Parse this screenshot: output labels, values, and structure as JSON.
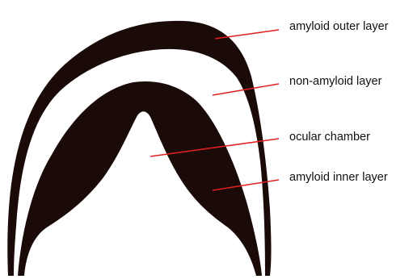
{
  "colors": {
    "amyloid_fill": "#1a0a08",
    "leader_line": "#e02020",
    "background": "#ffffff",
    "label_text": "#111111"
  },
  "labels": {
    "outer": "amyloid outer layer",
    "non_amyloid": "non-amyloid layer",
    "chamber": "ocular chamber",
    "inner": "amyloid inner layer"
  }
}
